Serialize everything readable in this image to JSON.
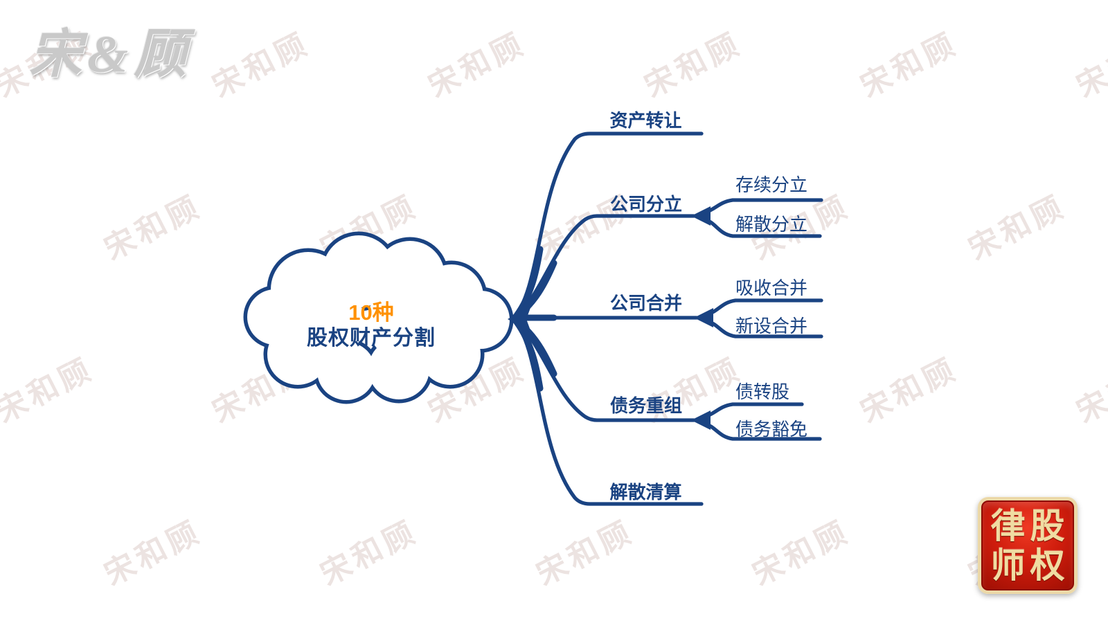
{
  "logo": {
    "text": "宋&顾"
  },
  "watermark": {
    "text": "宋和顾",
    "color": "#ece3e1"
  },
  "colors": {
    "line": "#1a4382",
    "accent_orange": "#ff9100",
    "seal_red": "#c9170a",
    "seal_gold": "#ecd9a8"
  },
  "mindmap": {
    "root": {
      "line1": "10种",
      "line2": "股权财产分割"
    },
    "branches": [
      {
        "label": "资产转让",
        "children": []
      },
      {
        "label": "公司分立",
        "children": [
          "存续分立",
          "解散分立"
        ]
      },
      {
        "label": "公司合并",
        "children": [
          "吸收合并",
          "新设合并"
        ]
      },
      {
        "label": "债务重组",
        "children": [
          "债转股",
          "债务豁免"
        ]
      },
      {
        "label": "解散清算",
        "children": []
      }
    ]
  },
  "seal": {
    "chars": [
      "律",
      "股",
      "师",
      "权"
    ]
  }
}
